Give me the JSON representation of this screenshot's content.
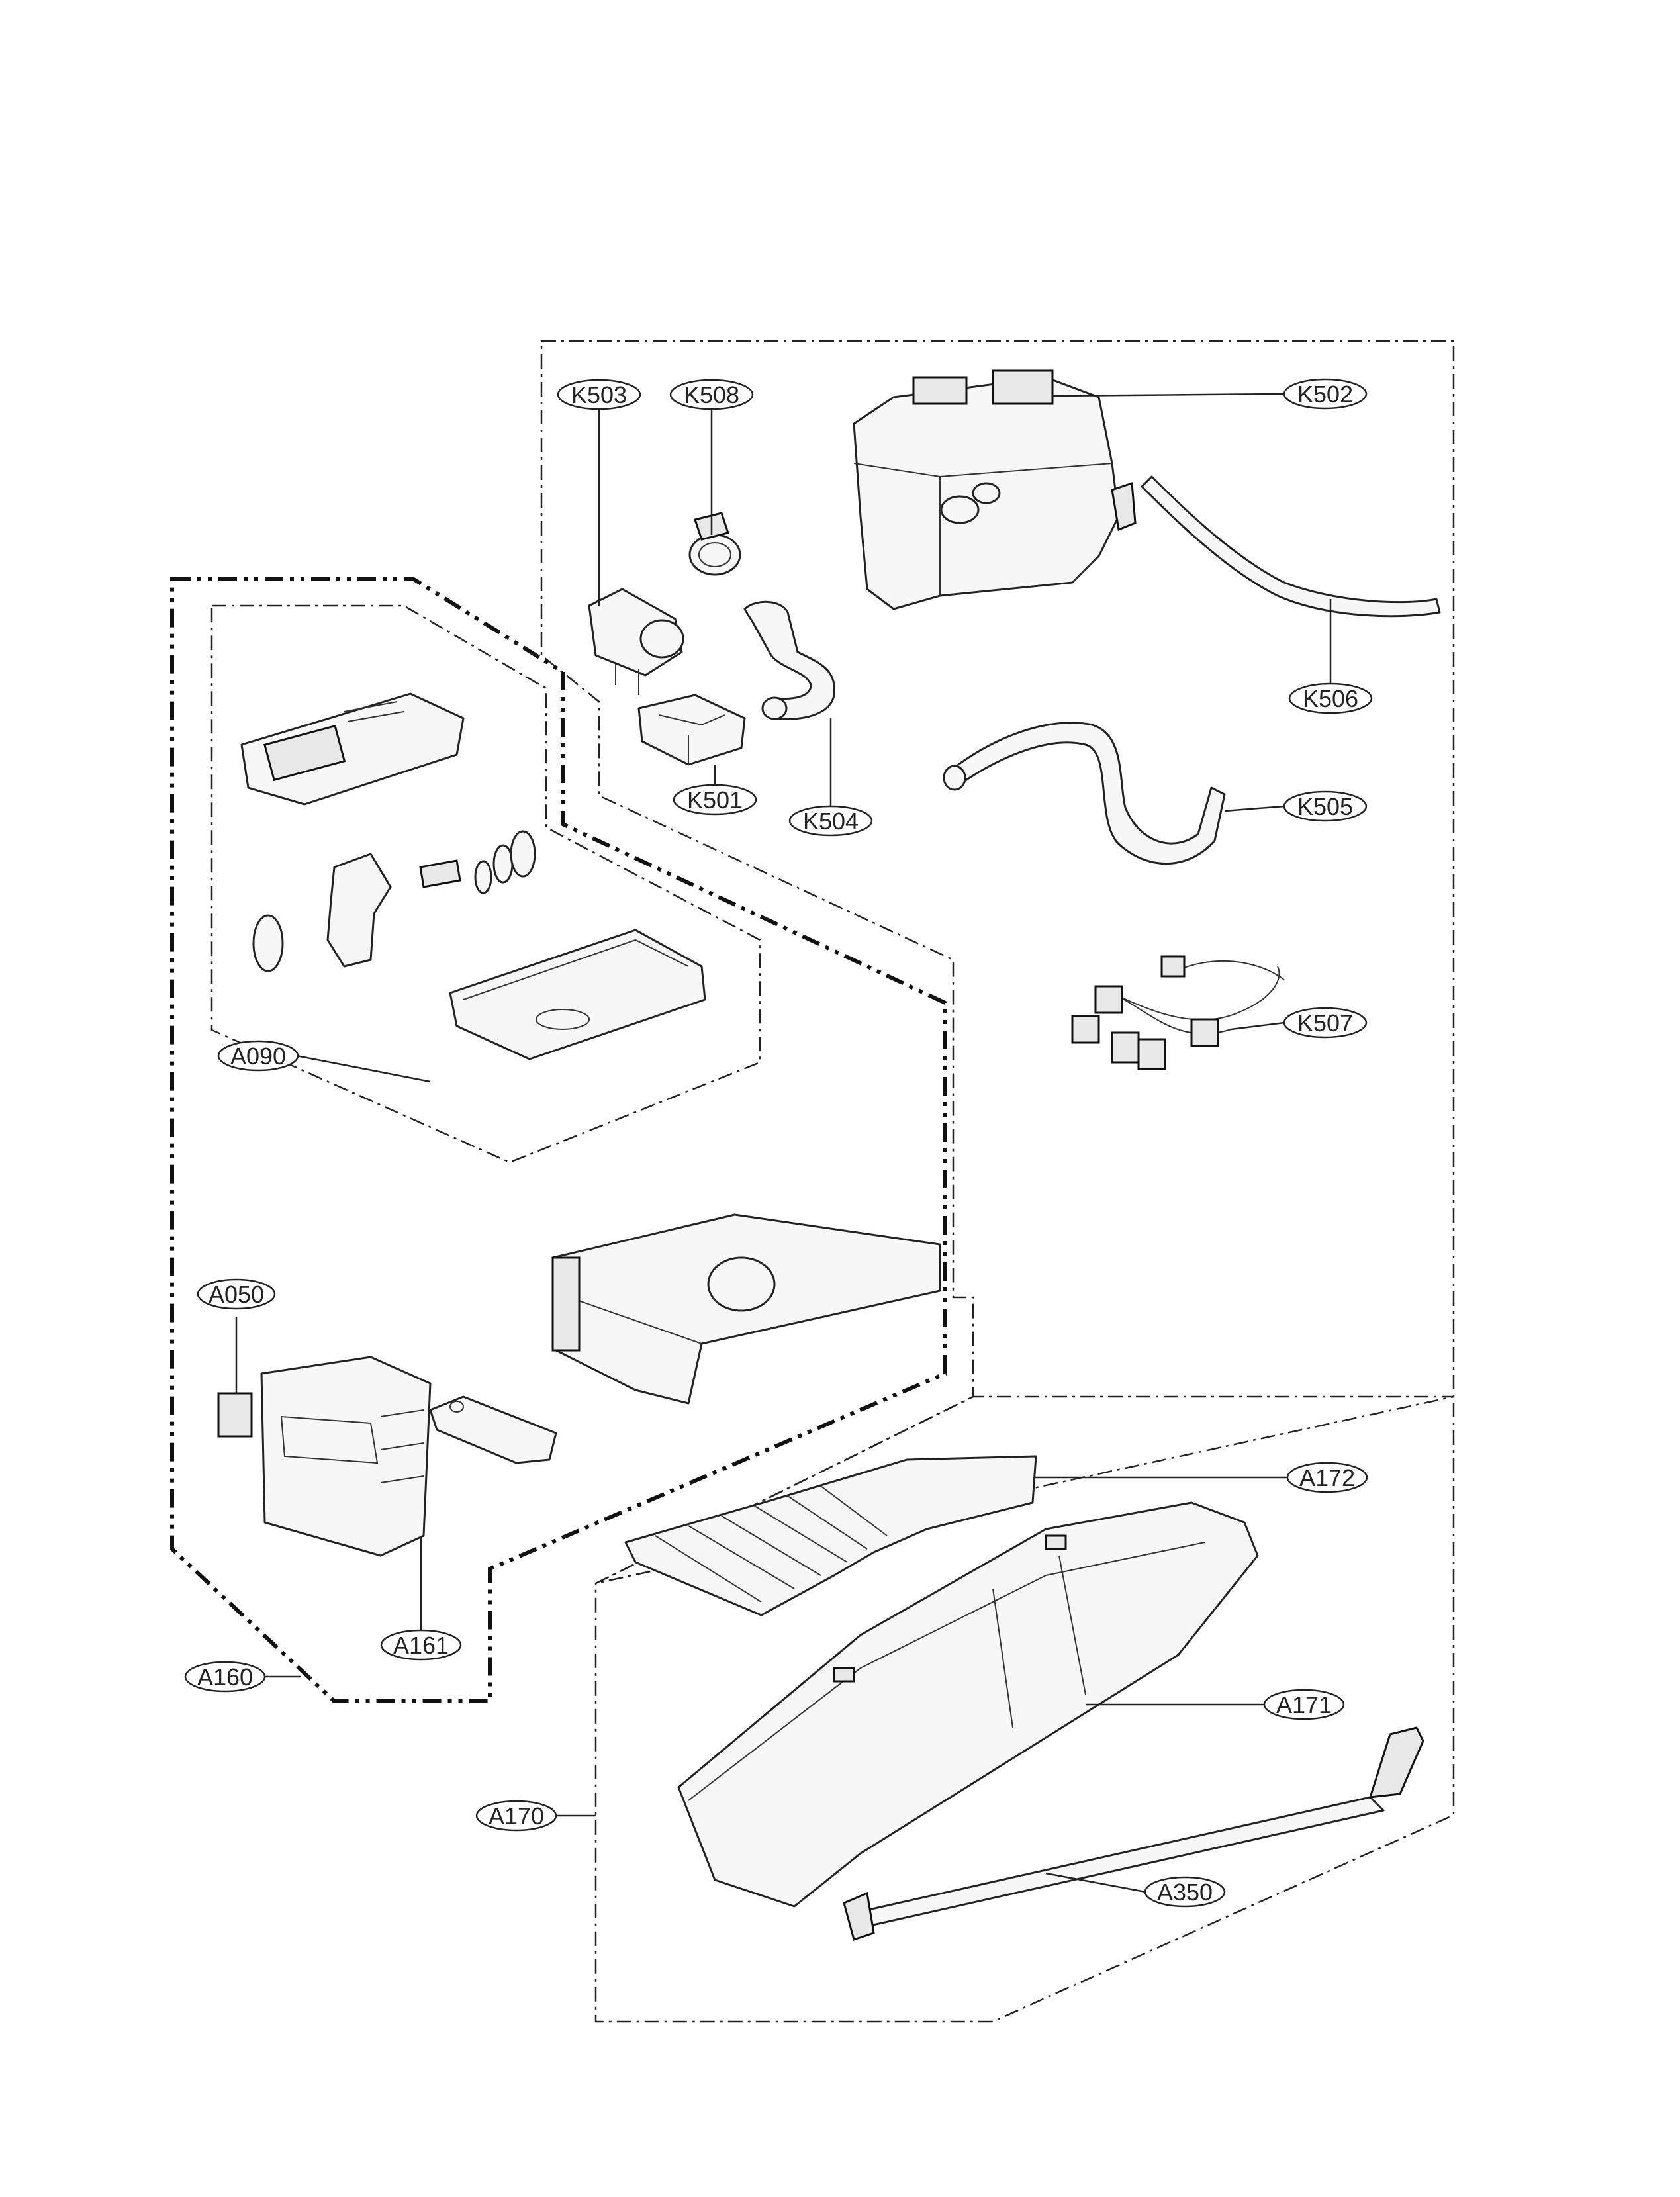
{
  "callouts": {
    "K503": "K503",
    "K508": "K508",
    "K502": "K502",
    "K506": "K506",
    "K501": "K501",
    "K504": "K504",
    "K505": "K505",
    "K507": "K507",
    "A090": "A090",
    "A050": "A050",
    "A172": "A172",
    "A161": "A161",
    "A160": "A160",
    "A171": "A171",
    "A170": "A170",
    "A350": "A350"
  }
}
